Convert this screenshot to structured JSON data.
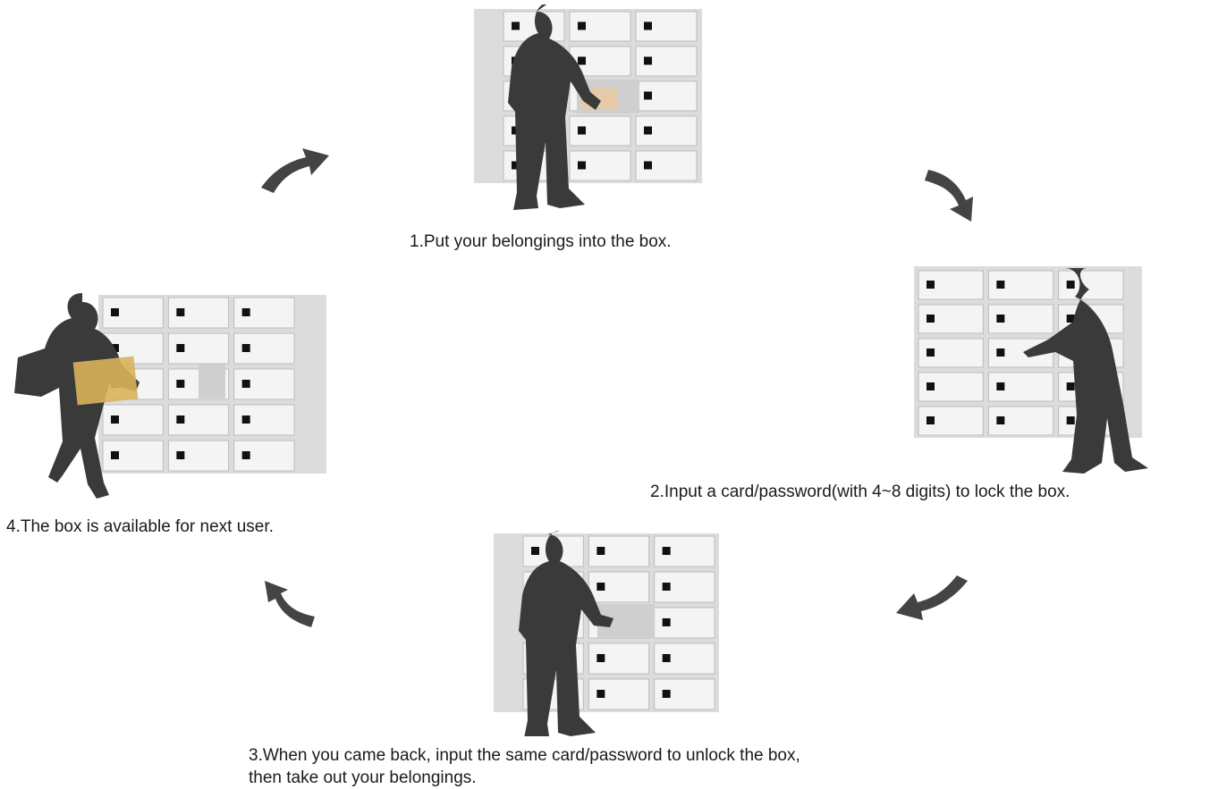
{
  "steps": [
    {
      "number": "1",
      "text": "1.Put your belongings into the box."
    },
    {
      "number": "2",
      "text": "2.Input a card/password(with 4~8 digits) to lock the box."
    },
    {
      "number": "3",
      "text_line1": "3.When you came back, input the same card/password to unlock the box,",
      "text_line2": "then take out your belongings."
    },
    {
      "number": "4",
      "text": "4.The box is available for next user."
    }
  ],
  "colors": {
    "silhouette": "#3a3a3a",
    "locker_body": "#e8e8e8",
    "locker_door": "#f4f4f4",
    "lock_pad": "#111111",
    "arrow": "#444444",
    "parcel": "#d8b45a"
  }
}
